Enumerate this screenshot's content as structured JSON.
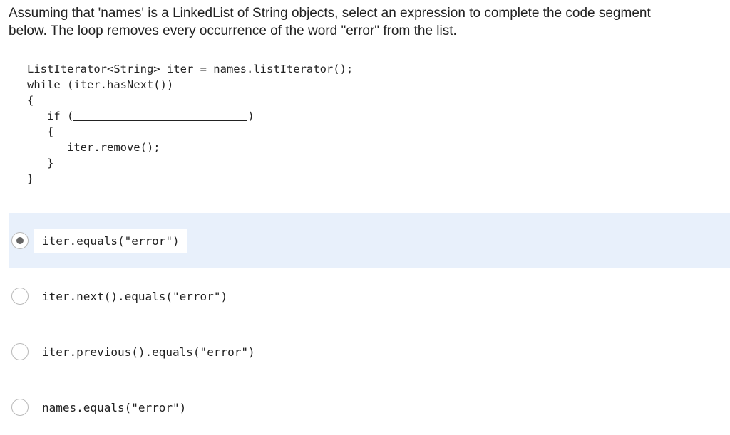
{
  "question": {
    "text_line1": "Assuming that 'names' is a LinkedList of String objects, select an expression to complete the code segment",
    "text_line2": "below. The loop removes every occurrence of the word \"error\" from the list."
  },
  "code": {
    "line1": "ListIterator<String> iter = names.listIterator();",
    "line2": "while (iter.hasNext())",
    "line3": "{",
    "line4_prefix": "   if (",
    "line4_suffix": ")",
    "line5": "   {",
    "line6": "      iter.remove();",
    "line7": "   }",
    "line8": "}"
  },
  "options": [
    {
      "label": "iter.equals(\"error\")",
      "selected": true
    },
    {
      "label": "iter.next().equals(\"error\")",
      "selected": false
    },
    {
      "label": "iter.previous().equals(\"error\")",
      "selected": false
    },
    {
      "label": "names.equals(\"error\")",
      "selected": false
    }
  ],
  "colors": {
    "selected_background": "#e8f0fb",
    "radio_border": "#b9b9b9",
    "radio_dot": "#666666",
    "text": "#222222"
  }
}
